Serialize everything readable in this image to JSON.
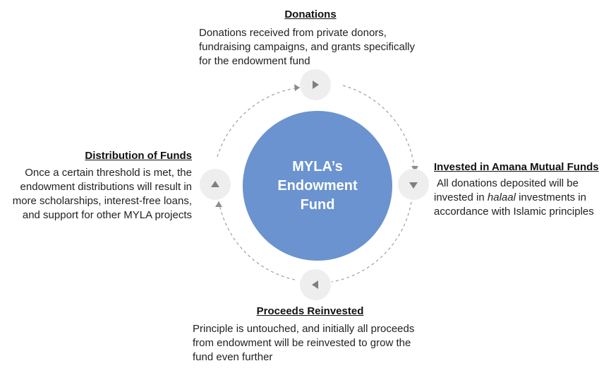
{
  "colors": {
    "center_circle": "#6a93cf",
    "node_fill": "#eeeeee",
    "arrow_fill": "#7f7f7f",
    "dashed_ring": "#a6a6a6"
  },
  "center": {
    "line1": "MYLA’s",
    "line2": "Endowment",
    "line3": "Fund"
  },
  "nodes": {
    "top_icon": "triangle-right-icon",
    "right_icon": "triangle-down-icon",
    "bottom_icon": "triangle-left-icon",
    "left_icon": "triangle-up-icon"
  },
  "donations": {
    "heading": "Donations",
    "lines": [
      "Donations received from private donors,",
      "fundraising campaigns, and grants specifically",
      "for the endowment fund"
    ]
  },
  "invested": {
    "heading": "Invested in Amana Mutual Funds",
    "line1": "All donations deposited will be",
    "line2_before": "invested in ",
    "line2_italic": "halaal",
    "line2_after": " investments in",
    "line3": "accordance with Islamic principles"
  },
  "proceeds": {
    "heading": "Proceeds Reinvested",
    "lines": [
      "Principle is untouched, and initially all proceeds",
      "from endowment will be reinvested to grow the",
      "fund even further"
    ]
  },
  "distribution": {
    "heading": "Distribution of Funds",
    "lines": [
      "Once a certain threshold is met, the",
      "endowment distributions will result in",
      "more scholarships, interest-free loans,",
      "and support for other MYLA projects"
    ]
  }
}
